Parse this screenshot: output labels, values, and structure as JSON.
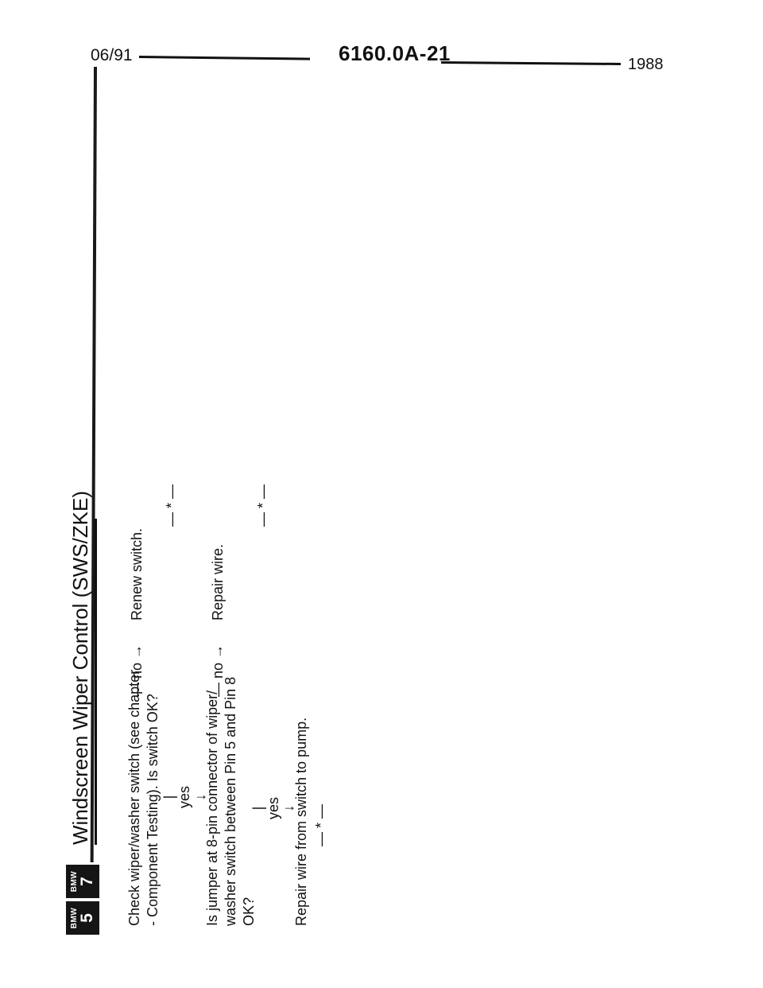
{
  "header": {
    "date": "06/91",
    "code": "6160.0A-21",
    "year": "1988"
  },
  "logo": {
    "box1": {
      "brand": "BMW",
      "model": "5"
    },
    "box2": {
      "brand": "BMW",
      "model": "7"
    }
  },
  "title": "Windscreen Wiper Control (SWS/ZKE)",
  "flow": {
    "step1": {
      "line1": "Check wiper/washer switch (see chapter",
      "line2": "- Component Testing). Is switch OK?",
      "no_branch": "— no →",
      "no_action": "Renew switch.",
      "end_mark": "— * —",
      "yes_bar": "|",
      "yes_label": "yes",
      "yes_arrow": "↓"
    },
    "step2": {
      "line1": "Is jumper at 8-pin connector of wiper/",
      "line2": "washer switch between Pin 5 and Pin 8",
      "line3": "OK?",
      "no_branch": "— no →",
      "no_action": "Repair wire.",
      "end_mark": "— * —",
      "yes_bar": "|",
      "yes_label": "yes",
      "yes_arrow": "↓"
    },
    "step3": {
      "line1": "Repair wire from switch to pump.",
      "end_mark": "— * —"
    }
  }
}
